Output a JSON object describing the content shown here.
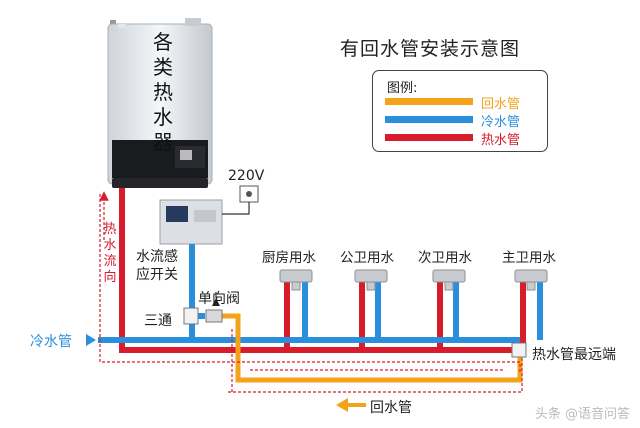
{
  "title": "有回水管安装示意图",
  "legend": {
    "heading": "图例:",
    "items": [
      {
        "label": "回水管",
        "color": "#f5a21b"
      },
      {
        "label": "冷水管",
        "color": "#2a8fdc"
      },
      {
        "label": "热水管",
        "color": "#d81c2c"
      }
    ]
  },
  "heater": {
    "label": "各类热水器"
  },
  "voltage": "220V",
  "hot_flow": "热水流向",
  "flow_switch": "水流感应开关",
  "check_valve": "单向阀",
  "tee": "三通",
  "cold_pipe": "冷水管",
  "fixtures": [
    "厨房用水",
    "公卫用水",
    "次卫用水",
    "主卫用水"
  ],
  "far_end": "热水管最远端",
  "return_pipe": "回水管",
  "watermark": "头条 @语音问答",
  "colors": {
    "hot": "#d81c2c",
    "cold": "#2a8fdc",
    "return": "#f5a21b"
  }
}
